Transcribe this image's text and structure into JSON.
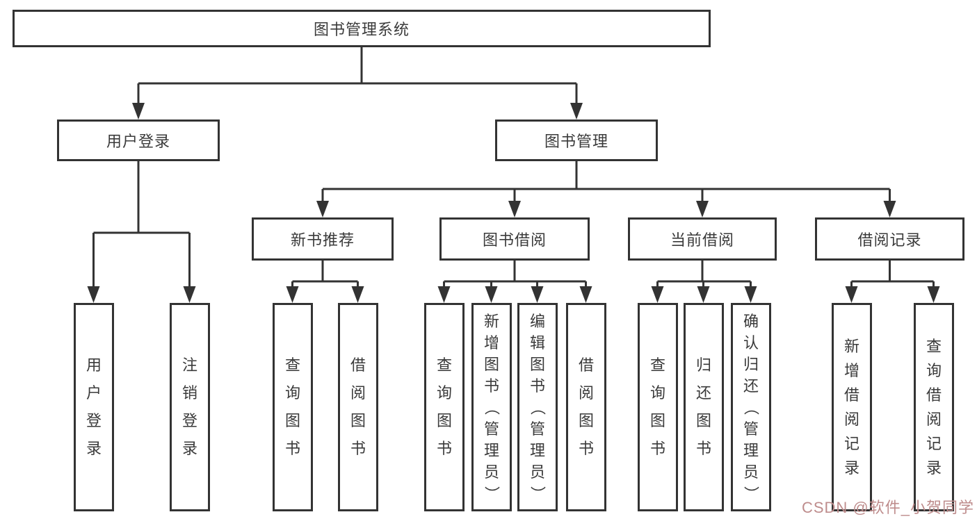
{
  "diagram": {
    "root": {
      "label": "图书管理系统"
    },
    "level2": [
      {
        "label": "用户登录"
      },
      {
        "label": "图书管理"
      }
    ],
    "level3": [
      {
        "label": "新书推荐"
      },
      {
        "label": "图书借阅"
      },
      {
        "label": "当前借阅"
      },
      {
        "label": "借阅记录"
      }
    ],
    "leaves": {
      "user_login": [
        "用户登录",
        "注销登录"
      ],
      "new_book": [
        "查询图书",
        "借阅图书"
      ],
      "book_borrow": [
        "查询图书",
        "新增图书（管理员）",
        "编辑图书（管理员）",
        "借阅图书"
      ],
      "current_borrow": [
        "查询图书",
        "归还图书",
        "确认归还（管理员）"
      ],
      "borrow_record": [
        "新增借阅记录",
        "查询借阅记录"
      ]
    }
  },
  "watermark": {
    "text": "CSDN @软件_小贺同学"
  },
  "colors": {
    "line": "#333333",
    "text": "#3a3a3a",
    "background": "#ffffff",
    "watermark": "#be8c8c"
  }
}
